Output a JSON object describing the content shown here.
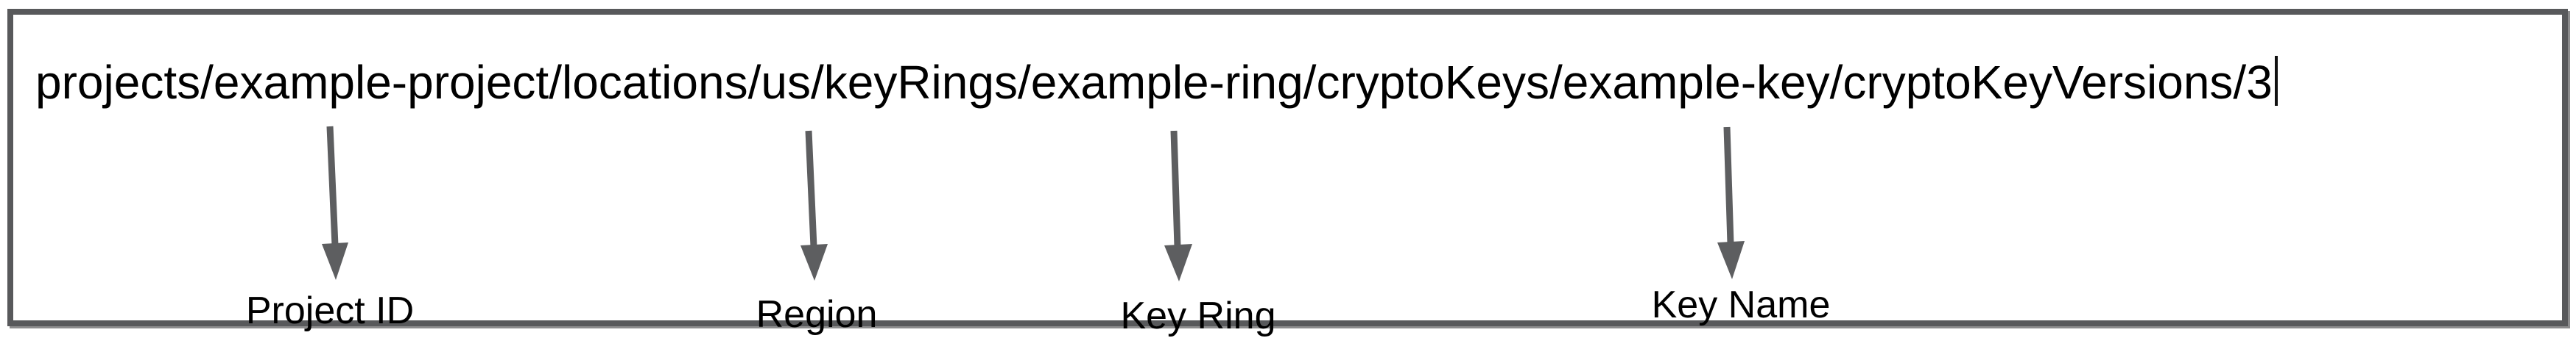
{
  "diagram": {
    "resource_path": "projects/example-project/locations/us/keyRings/example-ring/cryptoKeys/example-key/cryptoKeyVersions/3",
    "annotations": [
      {
        "label": "Project ID",
        "target_segment": "example-project"
      },
      {
        "label": "Region",
        "target_segment": "us"
      },
      {
        "label": "Key Ring",
        "target_segment": "example-ring"
      },
      {
        "label": "Key Name",
        "target_segment": "example-key"
      }
    ],
    "colors": {
      "border": "#58595b",
      "arrow": "#5d5e60",
      "text": "#000000"
    }
  }
}
